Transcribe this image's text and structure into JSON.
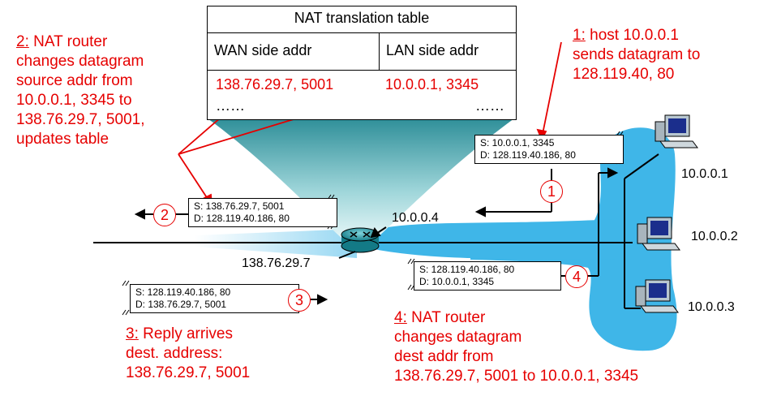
{
  "nat_table": {
    "title": "NAT translation table",
    "headers": [
      "WAN side addr",
      "LAN side addr"
    ],
    "rows": [
      [
        "138.76.29.7, 5001",
        "10.0.0.1, 3345"
      ],
      [
        "……",
        "……"
      ]
    ]
  },
  "notes": {
    "step1": {
      "num": "1:",
      "lines": [
        " host 10.0.0.1",
        "sends datagram to",
        "128.119.40, 80"
      ]
    },
    "step2": {
      "num": "2:",
      "lines": [
        " NAT router",
        "changes datagram",
        "source addr from",
        "10.0.0.1, 3345 to",
        "138.76.29.7, 5001,",
        "updates table"
      ]
    },
    "step3": {
      "num": "3:",
      "lines": [
        " Reply arrives",
        " dest. address:",
        " 138.76.29.7, 5001"
      ]
    },
    "step4": {
      "num": "4:",
      "lines": [
        " NAT router",
        "changes datagram",
        "dest addr from",
        "138.76.29.7, 5001 to 10.0.0.1, 3345"
      ]
    }
  },
  "packets": {
    "p1": {
      "src": "S: 10.0.0.1, 3345",
      "dst": "D: 128.119.40.186, 80"
    },
    "p2": {
      "src": "S: 138.76.29.7, 5001",
      "dst": "D: 128.119.40.186, 80"
    },
    "p3": {
      "src": "S: 128.119.40.186, 80",
      "dst": "D: 138.76.29.7, 5001"
    },
    "p4": {
      "src": "S: 128.119.40.186, 80",
      "dst": "D: 10.0.0.1, 3345"
    }
  },
  "step_circles": [
    "1",
    "2",
    "3",
    "4"
  ],
  "hosts": [
    "10.0.0.1",
    "10.0.0.2",
    "10.0.0.3"
  ],
  "router": {
    "lan_addr": "10.0.0.4",
    "wan_addr": "138.76.29.7"
  },
  "colors": {
    "annotation": "#e60000",
    "lan": "#3fb6e8",
    "router": "#1f8f9a"
  }
}
